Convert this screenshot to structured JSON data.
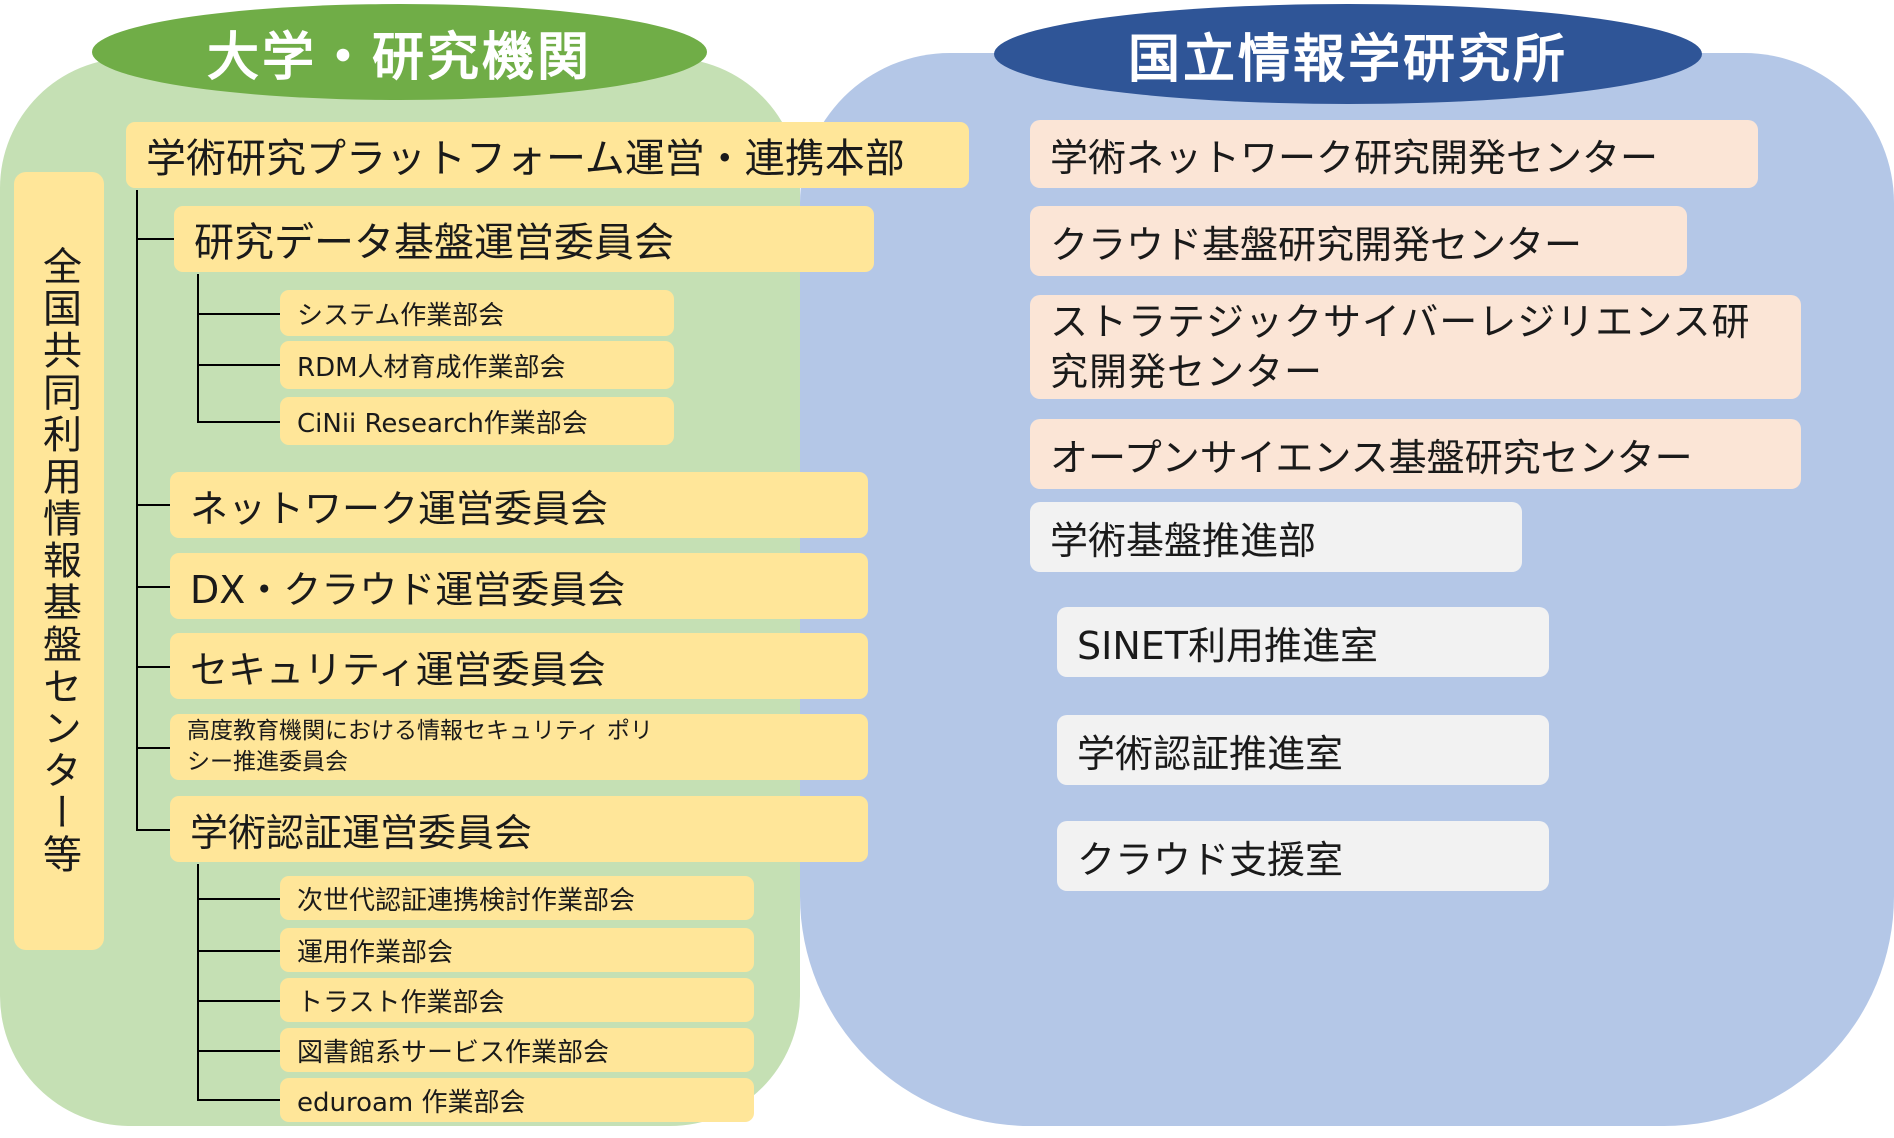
{
  "left": {
    "title": "大学・研究機関",
    "side_bar": "全国共同利用情報基盤センター等",
    "headquarters": "学術研究プラットフォーム運営・連携本部",
    "committees": [
      "研究データ基盤運営委員会",
      "ネットワーク運営委員会",
      "DX・クラウド運営委員会",
      "セキュリティ運営委員会",
      "高度教育機関における情報セキュリティ ポリシー推進委員会",
      "学術認証運営委員会"
    ],
    "research_data_groups": [
      "システム作業部会",
      "RDM人材育成作業部会",
      "CiNii Research作業部会"
    ],
    "auth_groups": [
      "次世代認証連携検討作業部会",
      "運用作業部会",
      "トラスト作業部会",
      "図書館系サービス作業部会",
      "eduroam 作業部会"
    ]
  },
  "right": {
    "title": "国立情報学研究所",
    "centers": [
      "学術ネットワーク研究開発センター",
      "クラウド基盤研究開発センター",
      "ストラテジックサイバーレジリエンス研究開発センター",
      "オープンサイエンス基盤研究センター"
    ],
    "department": "学術基盤推進部",
    "offices": [
      "SINET利用推進室",
      "学術認証推進室",
      "クラウド支援室"
    ]
  },
  "colors": {
    "left_region": "#c5e0b4",
    "right_region": "#b4c7e7",
    "left_title": "#70ad47",
    "right_title": "#2f5597",
    "committee_box": "#ffe699",
    "center_box": "#fbe5d6",
    "office_box": "#f2f2f2"
  }
}
